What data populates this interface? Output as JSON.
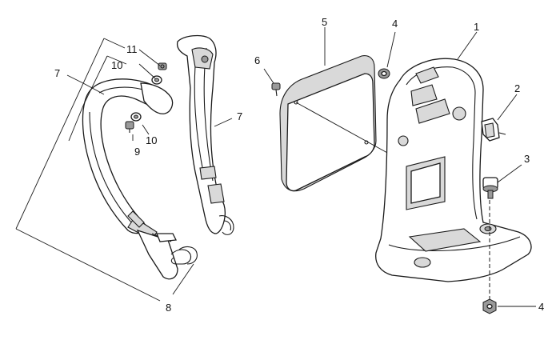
{
  "callouts": {
    "c1": "1",
    "c2": "2",
    "c3": "3",
    "c4a": "4",
    "c4b": "4",
    "c5": "5",
    "c6": "6",
    "c7a": "7",
    "c7b": "7",
    "c8": "8",
    "c9": "9",
    "c10a": "10",
    "c10b": "10",
    "c11": "11"
  }
}
